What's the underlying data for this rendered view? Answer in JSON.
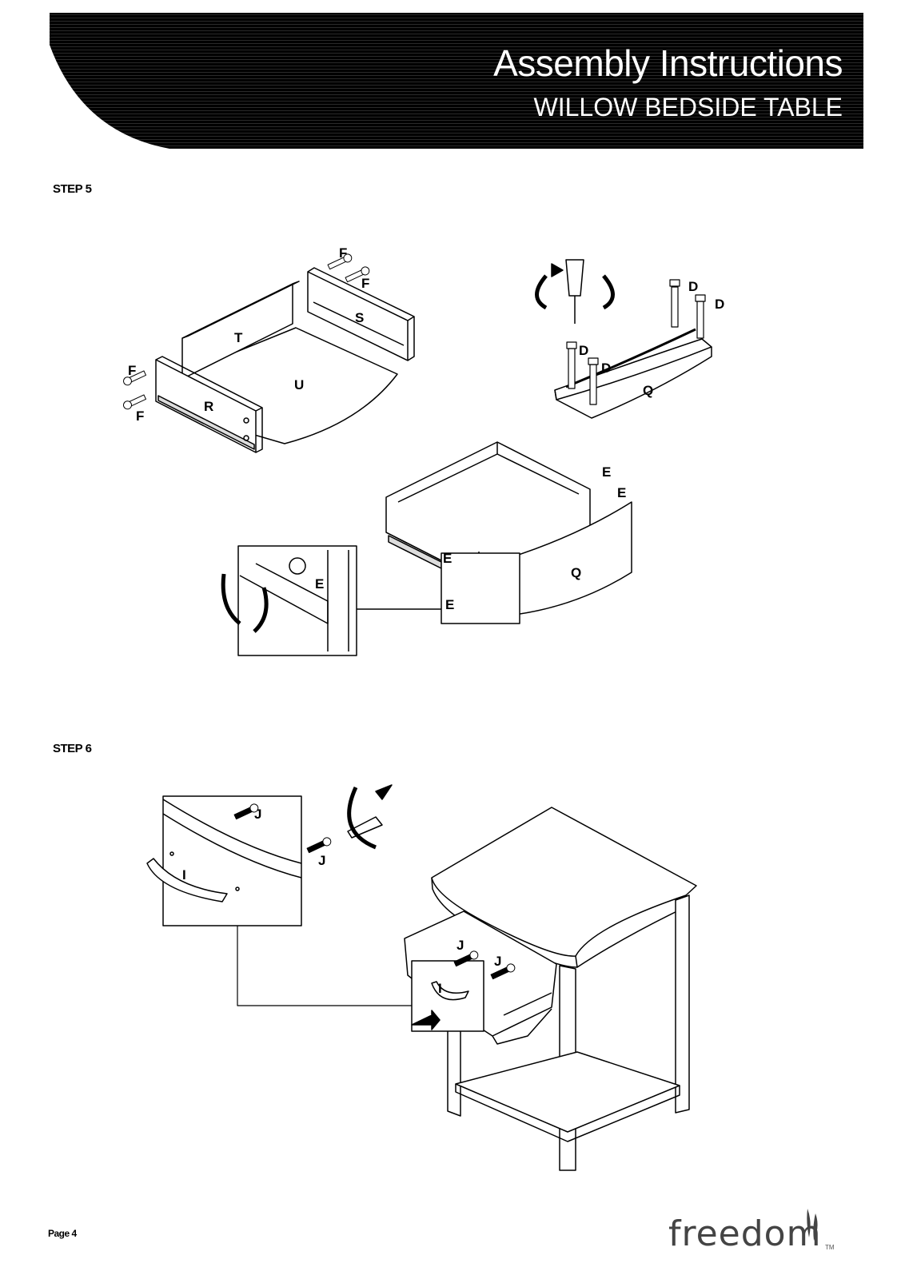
{
  "header": {
    "title": "Assembly Instructions",
    "subtitle": "WILLOW BEDSIDE TABLE"
  },
  "steps": [
    {
      "label": "STEP 5"
    },
    {
      "label": "STEP 6"
    }
  ],
  "parts": {
    "F": "F",
    "S": "S",
    "T": "T",
    "U": "U",
    "R": "R",
    "D": "D",
    "Q": "Q",
    "E": "E",
    "J": "J",
    "I": "I"
  },
  "footer": {
    "page": "Page 4",
    "brand": "freedom",
    "trademark": "TM"
  }
}
